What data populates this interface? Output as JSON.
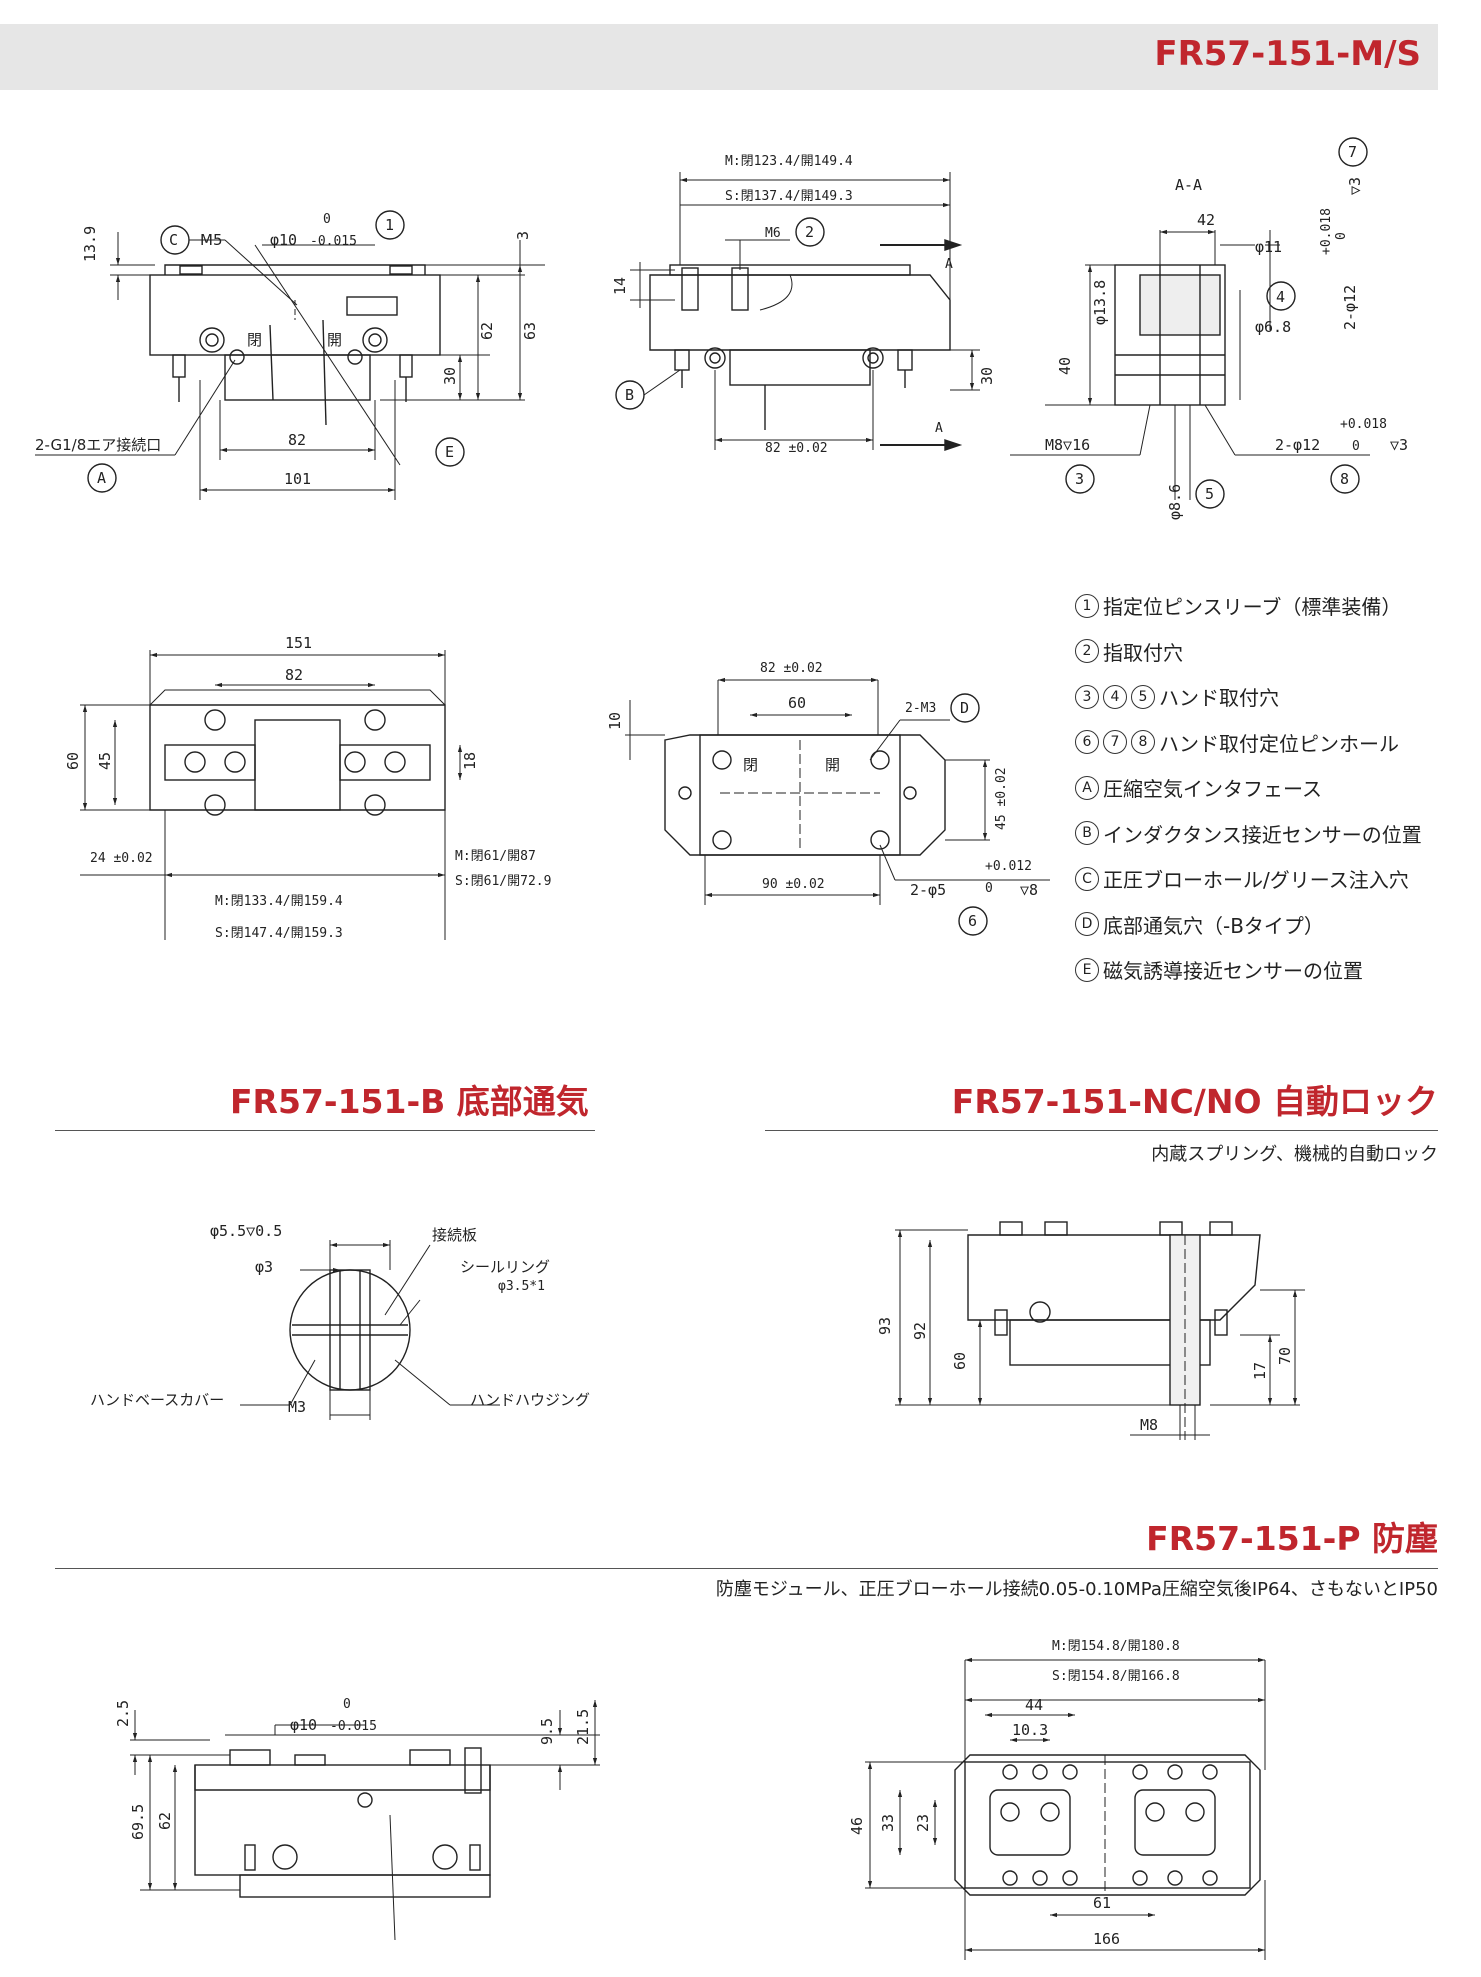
{
  "header": {
    "title": "FR57-151-M/S"
  },
  "sections": {
    "bottom_air": {
      "title": "FR57-151-B 底部通気"
    },
    "auto_lock": {
      "title": "FR57-151-NC/NO 自動ロック",
      "subtitle": "内蔵スプリング、機械的自動ロック"
    },
    "dustproof": {
      "title": "FR57-151-P 防塵",
      "subtitle": "防塵モジュール、正圧ブローホール接続0.05-0.10MPa圧縮空気後IP64、さもないとIP50"
    }
  },
  "legend": [
    {
      "marks": [
        "1"
      ],
      "text": "指定位ピンスリーブ（標準装備）"
    },
    {
      "marks": [
        "2"
      ],
      "text": "指取付穴"
    },
    {
      "marks": [
        "3",
        "4",
        "5"
      ],
      "text": "ハンド取付穴"
    },
    {
      "marks": [
        "6",
        "7",
        "8"
      ],
      "text": "ハンド取付定位ピンホール"
    },
    {
      "marks": [
        "A"
      ],
      "text": "圧縮空気インタフェース"
    },
    {
      "marks": [
        "B"
      ],
      "text": "インダクタンス接近センサーの位置"
    },
    {
      "marks": [
        "C"
      ],
      "text": "正圧ブローホール/グリース注入穴"
    },
    {
      "marks": [
        "D"
      ],
      "text": "底部通気穴（-Bタイプ）"
    },
    {
      "marks": [
        "E"
      ],
      "text": "磁気誘導接近センサーの位置"
    }
  ],
  "drawing_labels": {
    "front": {
      "d10": "φ10",
      "tol_up": "0",
      "tol_dn": "-0.015",
      "m5": "M5",
      "c": "C",
      "one": "1",
      "d13_9": "13.9",
      "d3": "3",
      "d62": "62",
      "d63": "63",
      "d30": "30",
      "d82": "82",
      "d101": "101",
      "air": "2-G1/8エア接続口",
      "a": "A",
      "e": "E",
      "close": "閉",
      "open": "開"
    },
    "side": {
      "m1": "M:閉123.4/開149.4",
      "s1": "S:閉137.4/開149.3",
      "m6": "M6",
      "two": "2",
      "d14": "14",
      "d30": "30",
      "d82": "82 ±0.02",
      "b": "B",
      "arrow_a": "A"
    },
    "section": {
      "aa": "A-A",
      "d42": "42",
      "d11": "φ11",
      "d13_8": "φ13.8",
      "d40": "40",
      "four": "4",
      "d6_8": "φ6.8",
      "d12v": "2-φ12",
      "tol": "+0.018",
      "tol0": "0",
      "dep3": "▽3",
      "m8": "M8▽16",
      "two12": "2-φ12",
      "tol2": "+0.018",
      "tol20": "0",
      "dep32": "▽3",
      "three": "3",
      "five": "5",
      "d8_6": "φ8.6",
      "eight": "8",
      "seven": "7"
    },
    "top": {
      "d151": "151",
      "d82": "82",
      "d60": "60",
      "d45": "45",
      "d18": "18",
      "d24": "24 ±0.02",
      "m1": "M:閉133.4/開159.4",
      "s1": "S:閉147.4/開159.3",
      "m2": "M:閉61/開87",
      "s2": "S:閉61/開72.9"
    },
    "bottom": {
      "d82": "82 ±0.02",
      "d60": "60",
      "d10": "10",
      "m3": "2-M3",
      "d": "D",
      "d45": "45 ±0.02",
      "d90": "90 ±0.02",
      "d5": "2-φ5",
      "tol": "+0.012",
      "tol0": "0",
      "dep": "▽8",
      "six": "6",
      "close": "閉",
      "open": "開"
    },
    "detail_b": {
      "d55": "φ5.5▽0.5",
      "d3": "φ3",
      "plate": "接続板",
      "seal": "シールリング",
      "seal_d": "φ3.5*1",
      "cover": "ハンドベースカバー",
      "housing": "ハンドハウジング",
      "m3": "M3"
    },
    "nc": {
      "d93": "93",
      "d92": "92",
      "d60": "60",
      "d17": "17",
      "d70": "70",
      "m8": "M8"
    },
    "p_front": {
      "d2_5": "2.5",
      "d10": "φ10",
      "tol_up": "0",
      "tol_dn": "-0.015",
      "d9_5": "9.5",
      "d21_5": "21.5",
      "d69_5": "69.5",
      "d62": "62"
    },
    "p_top": {
      "m1": "M:閉154.8/開180.8",
      "s1": "S:閉154.8/開166.8",
      "d44": "44",
      "d10_3": "10.3",
      "d46": "46",
      "d33": "33",
      "d23": "23",
      "d61": "61",
      "d166": "166"
    }
  }
}
